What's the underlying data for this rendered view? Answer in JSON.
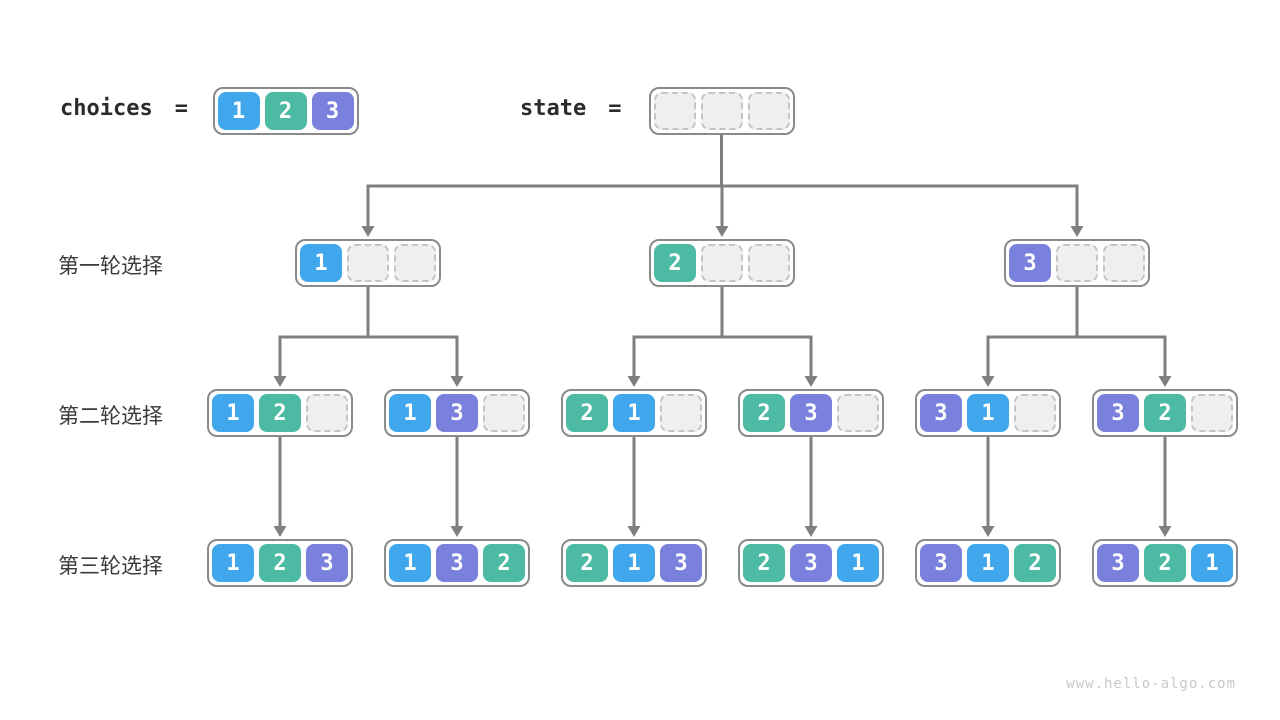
{
  "page": {
    "watermark": "www.hello-algo.com",
    "background": "#ffffff"
  },
  "colors": {
    "connector": "#7f7f7f",
    "node_border": "#8a8a8a",
    "empty_cell": "#efefef",
    "cell_text": "#ffffff",
    "label_text": "#3a3a3a"
  },
  "cell_colors": {
    "1": "#41a7ec",
    "2": "#4dbba4",
    "3": "#7a81dc"
  },
  "header": {
    "choices": {
      "label": "choices",
      "equals": "=",
      "cells": [
        "1",
        "2",
        "3"
      ]
    },
    "state": {
      "label": "state",
      "equals": "=",
      "cells": [
        "",
        "",
        ""
      ]
    }
  },
  "rounds": [
    {
      "label": "第一轮选择",
      "states": [
        [
          "1",
          "",
          ""
        ],
        [
          "2",
          "",
          ""
        ],
        [
          "3",
          "",
          ""
        ]
      ]
    },
    {
      "label": "第二轮选择",
      "states": [
        [
          "1",
          "2",
          ""
        ],
        [
          "1",
          "3",
          ""
        ],
        [
          "2",
          "1",
          ""
        ],
        [
          "2",
          "3",
          ""
        ],
        [
          "3",
          "1",
          ""
        ],
        [
          "3",
          "2",
          ""
        ]
      ]
    },
    {
      "label": "第三轮选择",
      "states": [
        [
          "1",
          "2",
          "3"
        ],
        [
          "1",
          "3",
          "2"
        ],
        [
          "2",
          "1",
          "3"
        ],
        [
          "2",
          "3",
          "1"
        ],
        [
          "3",
          "1",
          "2"
        ],
        [
          "3",
          "2",
          "1"
        ]
      ]
    }
  ]
}
